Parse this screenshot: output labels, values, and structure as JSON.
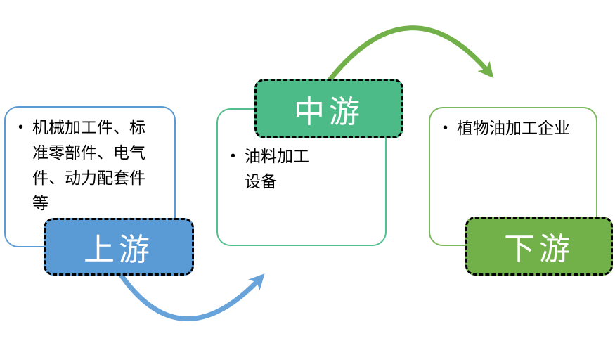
{
  "diagram": {
    "type": "process-flow",
    "stages": [
      {
        "id": "upstream",
        "label": "上游"
      },
      {
        "id": "midstream",
        "label": "中游"
      },
      {
        "id": "downstream",
        "label": "下游"
      }
    ]
  },
  "upstream": {
    "label": "上游",
    "bullet": "•",
    "text": "机械加工件、标准零部件、电气件、动力配套件等",
    "lines": [
      "机械加工件、标",
      "准零部件、电气",
      "件、动力配套件",
      "等"
    ]
  },
  "midstream": {
    "label": "中游",
    "bullet": "•",
    "text": "油料加工设备",
    "lines": [
      "油料加工",
      "设备"
    ]
  },
  "downstream": {
    "label": "下游",
    "bullet": "•",
    "text": "植物油加工企业",
    "lines": [
      "植物油加工企业"
    ]
  },
  "colors": {
    "blue": "#5B9BD5",
    "blue_border": "#5B9BD5",
    "teal": "#4CBB88",
    "teal_border": "#52C08E",
    "green": "#72B04A",
    "green_border": "#7CB85C",
    "arrow_blue": "#68A3DA",
    "arrow_green": "#72B04A",
    "dash_border": "#000000",
    "label_text": "#FFFFFF",
    "body_text": "#000000",
    "background": "#FFFFFF"
  }
}
